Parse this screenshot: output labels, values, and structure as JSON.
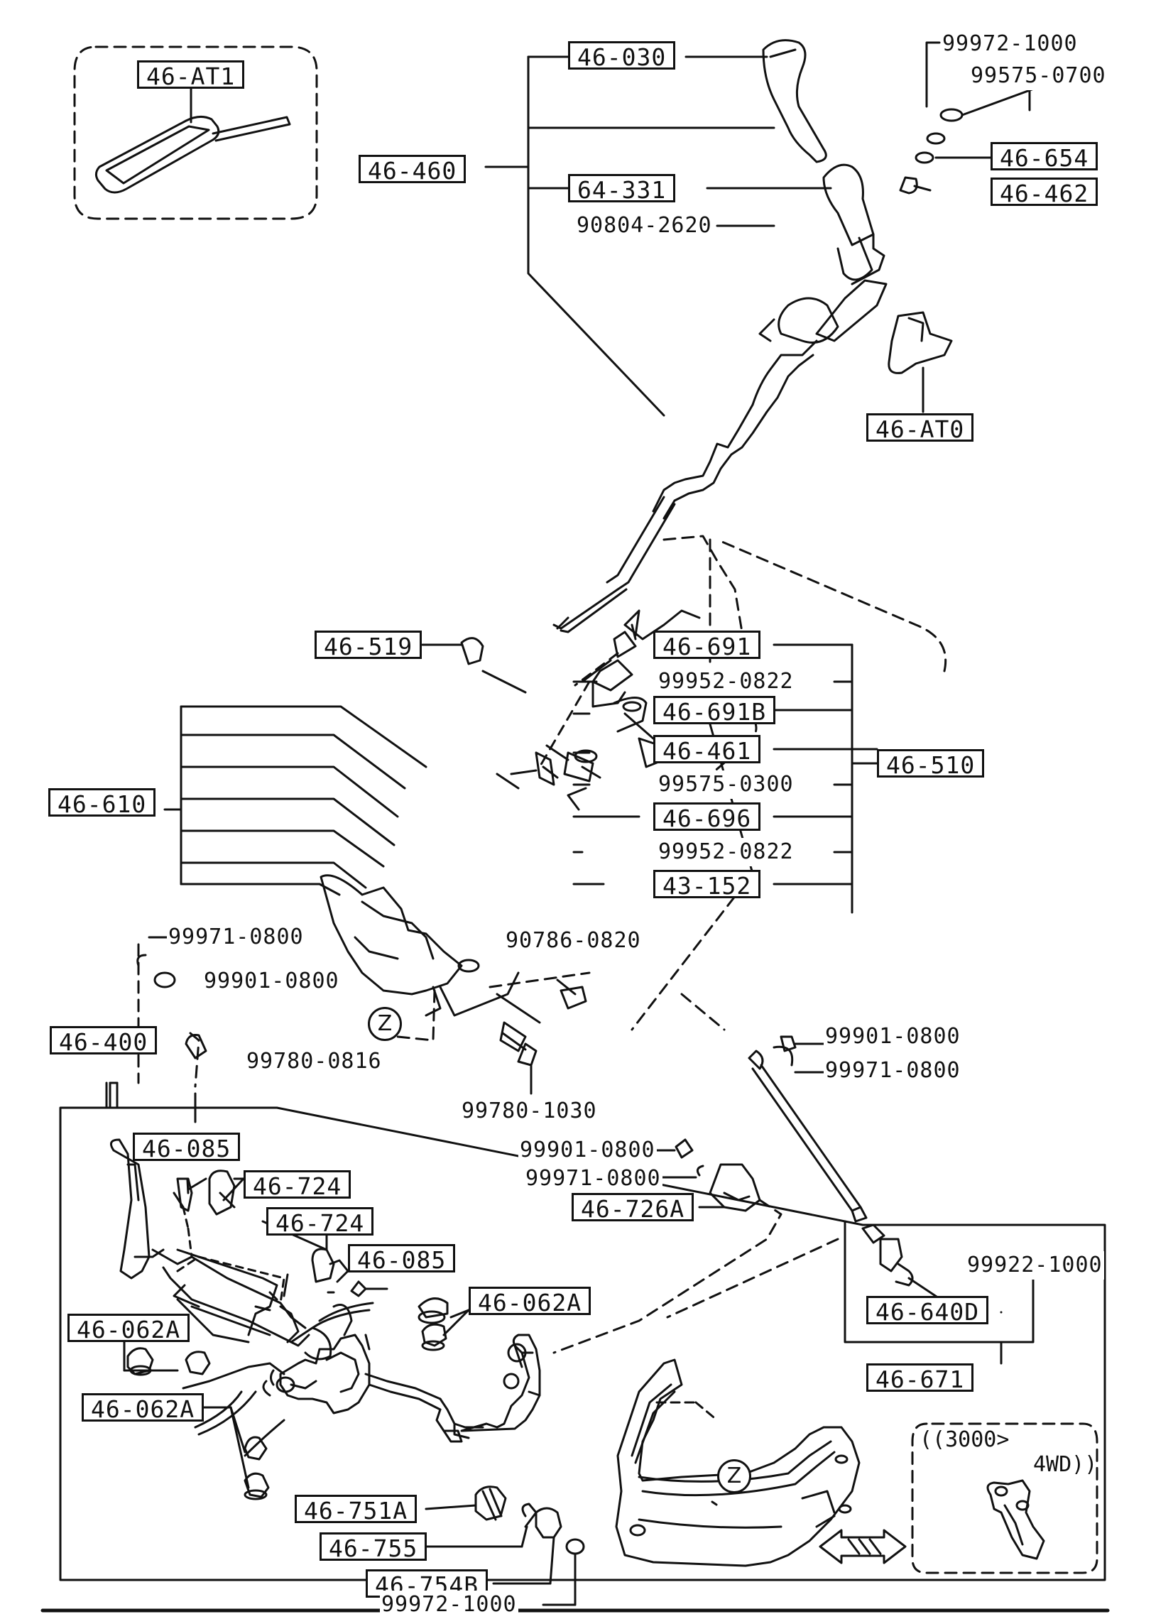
{
  "callouts": [
    {
      "id": "46-AT1",
      "boxed": true
    },
    {
      "id": "46-030",
      "boxed": true
    },
    {
      "id": "99972-1000",
      "boxed": false
    },
    {
      "id": "99575-0700",
      "boxed": false
    },
    {
      "id": "46-654",
      "boxed": true
    },
    {
      "id": "46-462",
      "boxed": true
    },
    {
      "id": "46-460",
      "boxed": true
    },
    {
      "id": "64-331",
      "boxed": true
    },
    {
      "id": "90804-2620",
      "boxed": false
    },
    {
      "id": "46-AT0",
      "boxed": true
    },
    {
      "id": "46-519",
      "boxed": true
    },
    {
      "id": "46-691",
      "boxed": true
    },
    {
      "id": "99952-0822",
      "boxed": false
    },
    {
      "id": "46-691B",
      "boxed": true
    },
    {
      "id": "46-461",
      "boxed": true
    },
    {
      "id": "99575-0300",
      "boxed": false
    },
    {
      "id": "46-510",
      "boxed": true
    },
    {
      "id": "46-610",
      "boxed": true
    },
    {
      "id": "46-696",
      "boxed": true
    },
    {
      "id": "99952-0822",
      "boxed": false
    },
    {
      "id": "43-152",
      "boxed": true
    },
    {
      "id": "99971-0800",
      "boxed": false
    },
    {
      "id": "90786-0820",
      "boxed": false
    },
    {
      "id": "99901-0800",
      "boxed": false
    },
    {
      "id": "46-400",
      "boxed": true
    },
    {
      "id": "99780-0816",
      "boxed": false
    },
    {
      "id": "99780-1030",
      "boxed": false
    },
    {
      "id": "99901-0800",
      "boxed": false
    },
    {
      "id": "99971-0800",
      "boxed": false
    },
    {
      "id": "99901-0800",
      "boxed": false
    },
    {
      "id": "99971-0800",
      "boxed": false
    },
    {
      "id": "46-726A",
      "boxed": true
    },
    {
      "id": "46-085",
      "boxed": true
    },
    {
      "id": "46-724",
      "boxed": true
    },
    {
      "id": "46-724",
      "boxed": true
    },
    {
      "id": "46-085",
      "boxed": true
    },
    {
      "id": "99922-1000",
      "boxed": false
    },
    {
      "id": "46-062A",
      "boxed": true
    },
    {
      "id": "46-062A",
      "boxed": true
    },
    {
      "id": "46-640D",
      "boxed": true
    },
    {
      "id": "46-671",
      "boxed": true
    },
    {
      "id": "46-062A",
      "boxed": true
    },
    {
      "id": "46-751A",
      "boxed": true
    },
    {
      "id": "46-755",
      "boxed": true
    },
    {
      "id": "46-754B",
      "boxed": true
    },
    {
      "id": "99972-1000",
      "boxed": false
    }
  ],
  "view_marks": [
    "Z",
    "Z"
  ],
  "variant_note": {
    "line1": "((3000>",
    "line2": "4WD))"
  }
}
